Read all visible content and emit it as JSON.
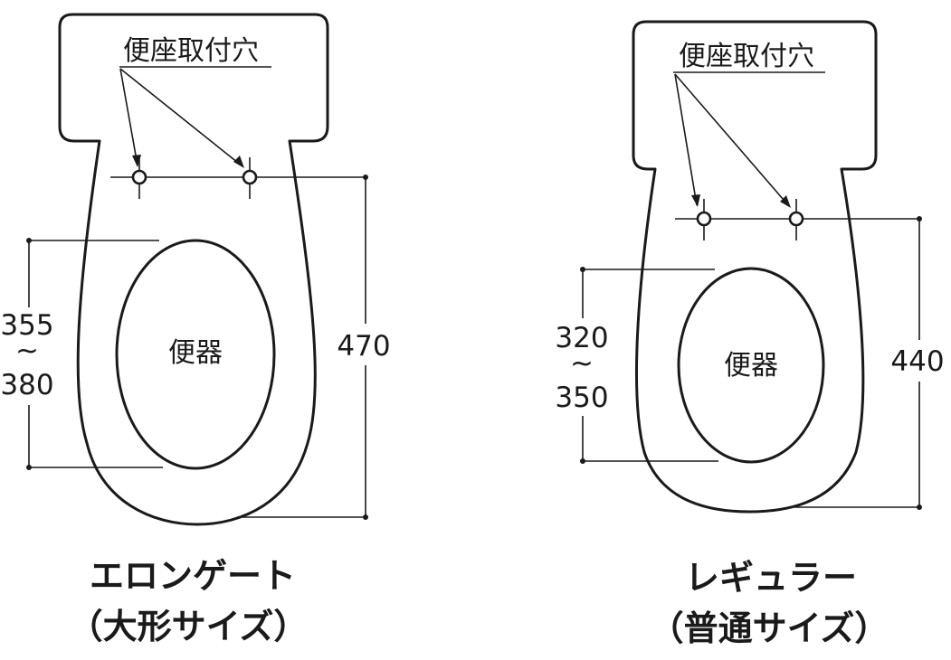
{
  "diagrams": [
    {
      "hole_label": "便座取付穴",
      "bowl_label": "便器",
      "bowl_length_min": "355",
      "range_mark": "~",
      "bowl_length_max": "380",
      "total_length": "470",
      "title_line1": "エロンゲート",
      "title_line2": "（大形サイズ）"
    },
    {
      "hole_label": "便座取付穴",
      "bowl_label": "便器",
      "bowl_length_min": "320",
      "range_mark": "~",
      "bowl_length_max": "350",
      "total_length": "440",
      "title_line1": "レギュラー",
      "title_line2": "（普通サイズ）"
    }
  ]
}
